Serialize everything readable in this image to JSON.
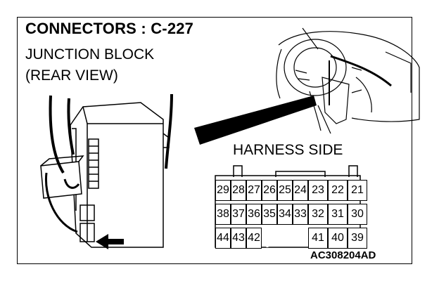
{
  "title": "CONNECTORS : C-227",
  "component": {
    "line1": "JUNCTION BLOCK",
    "line2": "(REAR VIEW)"
  },
  "harness_label": "HARNESS SIDE",
  "figure_code": "AC308204AD",
  "connector": {
    "rows": [
      [
        "29",
        "28",
        "27",
        "26",
        "25",
        "24",
        "23",
        "22",
        "21"
      ],
      [
        "38",
        "37",
        "36",
        "35",
        "34",
        "33",
        "32",
        "31",
        "30"
      ],
      [
        "44",
        "43",
        "42",
        "",
        "",
        "",
        "41",
        "40",
        "39"
      ]
    ]
  }
}
